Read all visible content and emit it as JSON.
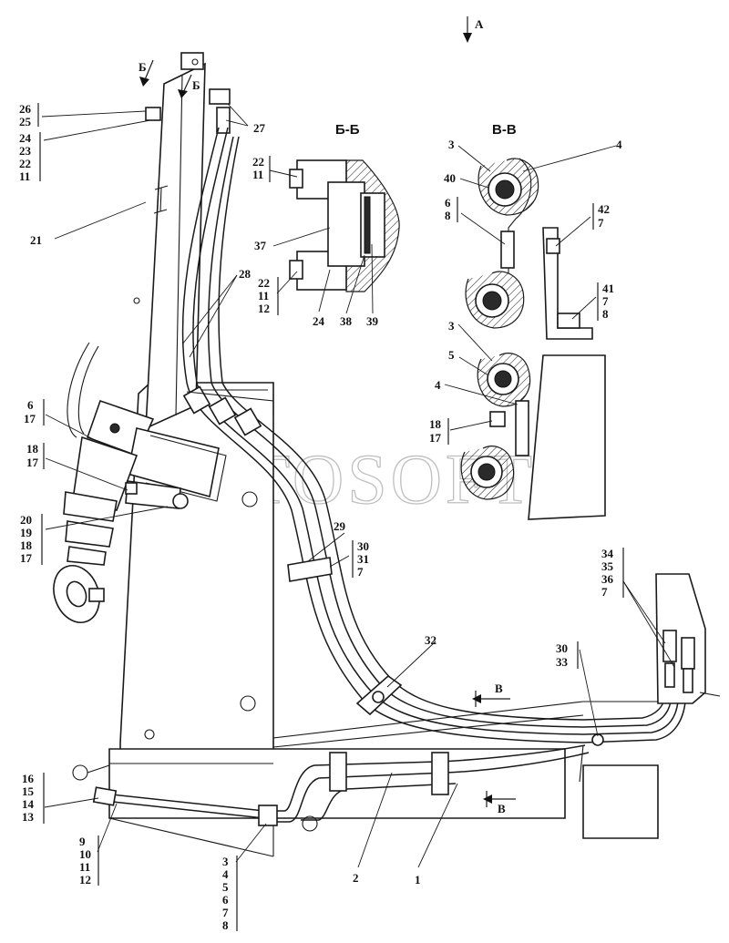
{
  "view_marker": "А",
  "section_titles": [
    "Б-Б",
    "В-В"
  ],
  "section_marks": {
    "b_cut": "Б",
    "v_cut": "В"
  },
  "watermark": "AUTOSOFT",
  "callouts": {
    "c26_25": [
      "26",
      "25"
    ],
    "c24_11": [
      "24",
      "23",
      "22",
      "11"
    ],
    "c27": [
      "27"
    ],
    "c21": [
      "21"
    ],
    "c6_17": [
      "6",
      "17"
    ],
    "c18_17": [
      "18",
      "17"
    ],
    "c20_17": [
      "20",
      "19",
      "18",
      "17"
    ],
    "c28": [
      "28"
    ],
    "c29": [
      "29"
    ],
    "c30_7": [
      "30",
      "31",
      "7"
    ],
    "c32": [
      "32"
    ],
    "c30_33": [
      "30",
      "33"
    ],
    "c34_7": [
      "34",
      "35",
      "36",
      "7"
    ],
    "c16_13": [
      "16",
      "15",
      "14",
      "13"
    ],
    "c9_12": [
      "9",
      "10",
      "11",
      "12"
    ],
    "c3_8": [
      "3",
      "4",
      "5",
      "6",
      "7",
      "8"
    ],
    "c2": [
      "2"
    ],
    "c1": [
      "1"
    ],
    "bb_22_11_top": [
      "22",
      "11"
    ],
    "bb_37": [
      "37"
    ],
    "bb_22_12": [
      "22",
      "11",
      "12"
    ],
    "bb_24": [
      "24"
    ],
    "bb_38": [
      "38"
    ],
    "bb_39": [
      "39"
    ],
    "vv_3a": [
      "3"
    ],
    "vv_4a": [
      "4"
    ],
    "vv_40": [
      "40"
    ],
    "vv_6_8": [
      "6",
      "8"
    ],
    "vv_42_7": [
      "42",
      "7"
    ],
    "vv_41_8": [
      "41",
      "7",
      "8"
    ],
    "vv_3b": [
      "3"
    ],
    "vv_5": [
      "5"
    ],
    "vv_4b": [
      "4"
    ],
    "vv_18_17": [
      "18",
      "17"
    ]
  }
}
